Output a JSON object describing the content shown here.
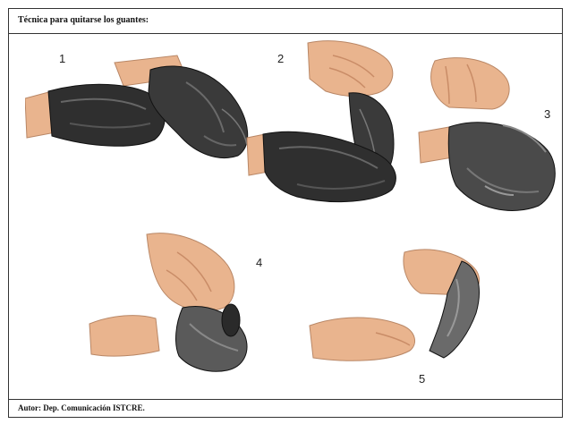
{
  "title": "Técnica para quitarse los guantes:",
  "caption": "Autor: Dep. Comunicación ISTCRE.",
  "steps": [
    "1",
    "2",
    "3",
    "4",
    "5"
  ],
  "colors": {
    "skin": "#e9b48e",
    "skin_shadow": "#c98c67",
    "glove_dark": "#2f2f2f",
    "glove_mid": "#555555",
    "glove_light": "#8a8a8a",
    "frame": "#333333"
  }
}
